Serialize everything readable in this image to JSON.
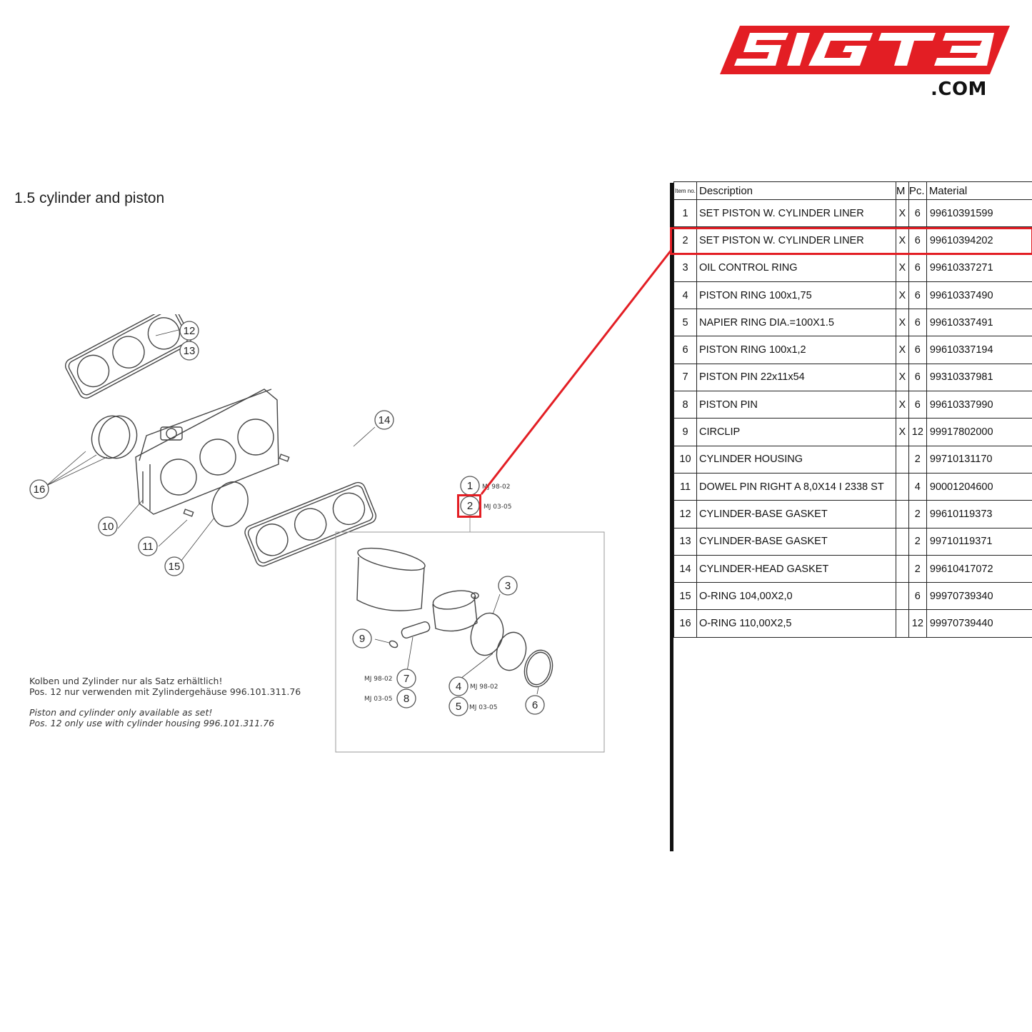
{
  "logo": {
    "text": "SIGT3",
    "suffix": ".COM",
    "color": "#e31e24"
  },
  "section_title": "1.5  cylinder and piston",
  "notes": {
    "de_line1": "Kolben und Zylinder nur als Satz erhältlich!",
    "de_line2": "Pos. 12 nur verwenden mit Zylindergehäuse 996.101.311.76",
    "en_line1": "Piston and cylinder only available as set!",
    "en_line2": "Pos. 12 only use with cylinder housing 996.101.311.76"
  },
  "diagram": {
    "callouts": {
      "c1": "1",
      "c2": "2",
      "c3": "3",
      "c4": "4",
      "c5": "5",
      "c6": "6",
      "c7": "7",
      "c8": "8",
      "c9": "9",
      "c10": "10",
      "c11": "11",
      "c12": "12",
      "c13": "13",
      "c14": "14",
      "c15": "15",
      "c16": "16"
    },
    "mj_labels": {
      "l1": "MJ 98-02",
      "l2": "MJ 03-05",
      "l7": "MJ 98-02",
      "l8": "MJ 03-05",
      "l4": "MJ 98-02",
      "l5": "MJ 03-05"
    },
    "highlighted_callout": "2"
  },
  "table": {
    "headers": {
      "item": "Item no.",
      "description": "Description",
      "m": "M",
      "pc": "Pc.",
      "material": "Material"
    },
    "rows": [
      {
        "item": "1",
        "description": "SET PISTON W. CYLINDER LINER",
        "m": "X",
        "pc": "6",
        "material": "99610391599"
      },
      {
        "item": "2",
        "description": "SET PISTON W. CYLINDER LINER",
        "m": "X",
        "pc": "6",
        "material": "99610394202"
      },
      {
        "item": "3",
        "description": "OIL CONTROL RING",
        "m": "X",
        "pc": "6",
        "material": "99610337271"
      },
      {
        "item": "4",
        "description": "PISTON RING 100x1,75",
        "m": "X",
        "pc": "6",
        "material": "99610337490"
      },
      {
        "item": "5",
        "description": "NAPIER RING DIA.=100X1.5",
        "m": "X",
        "pc": "6",
        "material": "99610337491"
      },
      {
        "item": "6",
        "description": "PISTON RING 100x1,2",
        "m": "X",
        "pc": "6",
        "material": "99610337194"
      },
      {
        "item": "7",
        "description": "PISTON PIN 22x11x54",
        "m": "X",
        "pc": "6",
        "material": "99310337981"
      },
      {
        "item": "8",
        "description": "PISTON PIN",
        "m": "X",
        "pc": "6",
        "material": "99610337990"
      },
      {
        "item": "9",
        "description": "CIRCLIP",
        "m": "X",
        "pc": "12",
        "material": "99917802000"
      },
      {
        "item": "10",
        "description": "CYLINDER HOUSING",
        "m": "",
        "pc": "2",
        "material": "99710131170"
      },
      {
        "item": "11",
        "description": "DOWEL PIN RIGHT A 8,0X14 I 2338 ST",
        "m": "",
        "pc": "4",
        "material": "90001204600"
      },
      {
        "item": "12",
        "description": "CYLINDER-BASE GASKET",
        "m": "",
        "pc": "2",
        "material": "99610119373"
      },
      {
        "item": "13",
        "description": "CYLINDER-BASE GASKET",
        "m": "",
        "pc": "2",
        "material": "99710119371"
      },
      {
        "item": "14",
        "description": "CYLINDER-HEAD GASKET",
        "m": "",
        "pc": "2",
        "material": "99610417072"
      },
      {
        "item": "15",
        "description": "O-RING 104,00X2,0",
        "m": "",
        "pc": "6",
        "material": "99970739340"
      },
      {
        "item": "16",
        "description": "O-RING 110,00X2,5",
        "m": "",
        "pc": "12",
        "material": "99970739440"
      }
    ],
    "highlighted_row": "2"
  }
}
